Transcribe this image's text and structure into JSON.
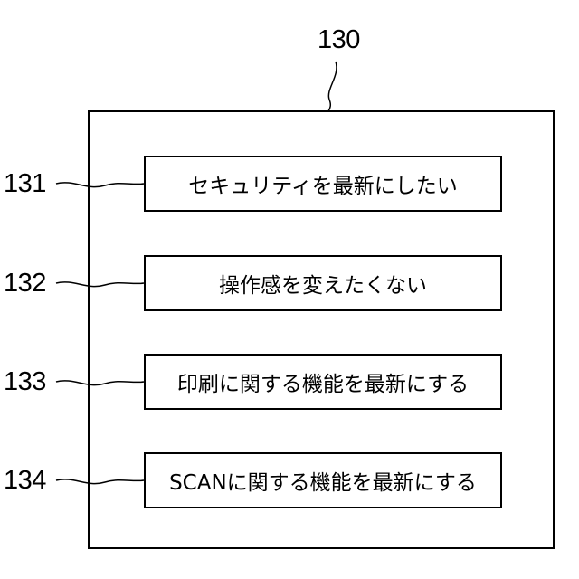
{
  "diagram": {
    "reference": "130",
    "items": [
      {
        "reference": "131",
        "label": "セキュリティを最新にしたい"
      },
      {
        "reference": "132",
        "label": "操作感を変えたくない"
      },
      {
        "reference": "133",
        "label": "印刷に関する機能を最新にする"
      },
      {
        "reference": "134",
        "label": "SCANに関する機能を最新にする"
      }
    ]
  }
}
